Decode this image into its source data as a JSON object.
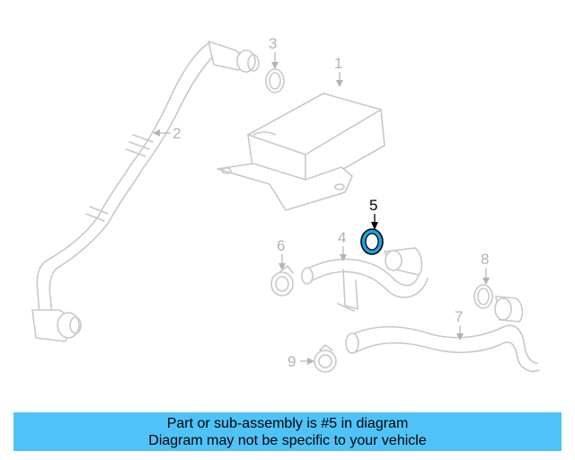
{
  "diagram": {
    "callouts": [
      "1",
      "2",
      "3",
      "4",
      "5",
      "6",
      "7",
      "8",
      "9"
    ],
    "highlighted_callout": "5",
    "colors": {
      "part_outline": "#c8c8c8",
      "callout_muted": "#b4b4b4",
      "highlight_fill": "#1aa3e8",
      "highlight_outline": "#000000"
    }
  },
  "banner": {
    "line1": "Part or sub-assembly is #5 in diagram",
    "line2": "Diagram may not be specific to your vehicle",
    "background": "#4fc3f7"
  }
}
